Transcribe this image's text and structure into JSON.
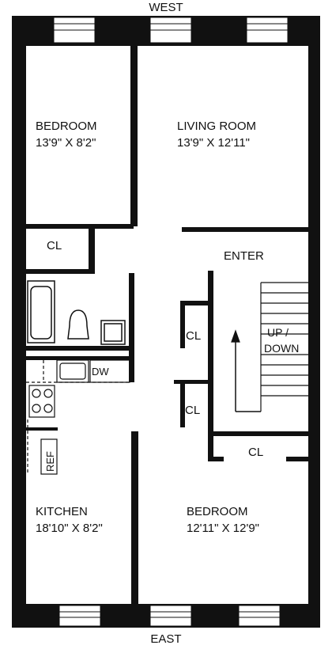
{
  "compass": {
    "top": "WEST",
    "bottom": "EAST"
  },
  "rooms": {
    "bedroom_west": {
      "name": "BEDROOM",
      "dims": "13'9\" X 8'2\""
    },
    "living_room": {
      "name": "LIVING ROOM",
      "dims": "13'9\" X 12'11\""
    },
    "kitchen": {
      "name": "KITCHEN",
      "dims": "18'10\" X 8'2\""
    },
    "bedroom_east": {
      "name": "BEDROOM",
      "dims": "12'11\" X 12'9\""
    }
  },
  "labels": {
    "closet": "CL",
    "enter": "ENTER",
    "stairs_up": "UP /",
    "stairs_down": "DOWN",
    "dishwasher": "DW",
    "refrigerator": "REF"
  }
}
